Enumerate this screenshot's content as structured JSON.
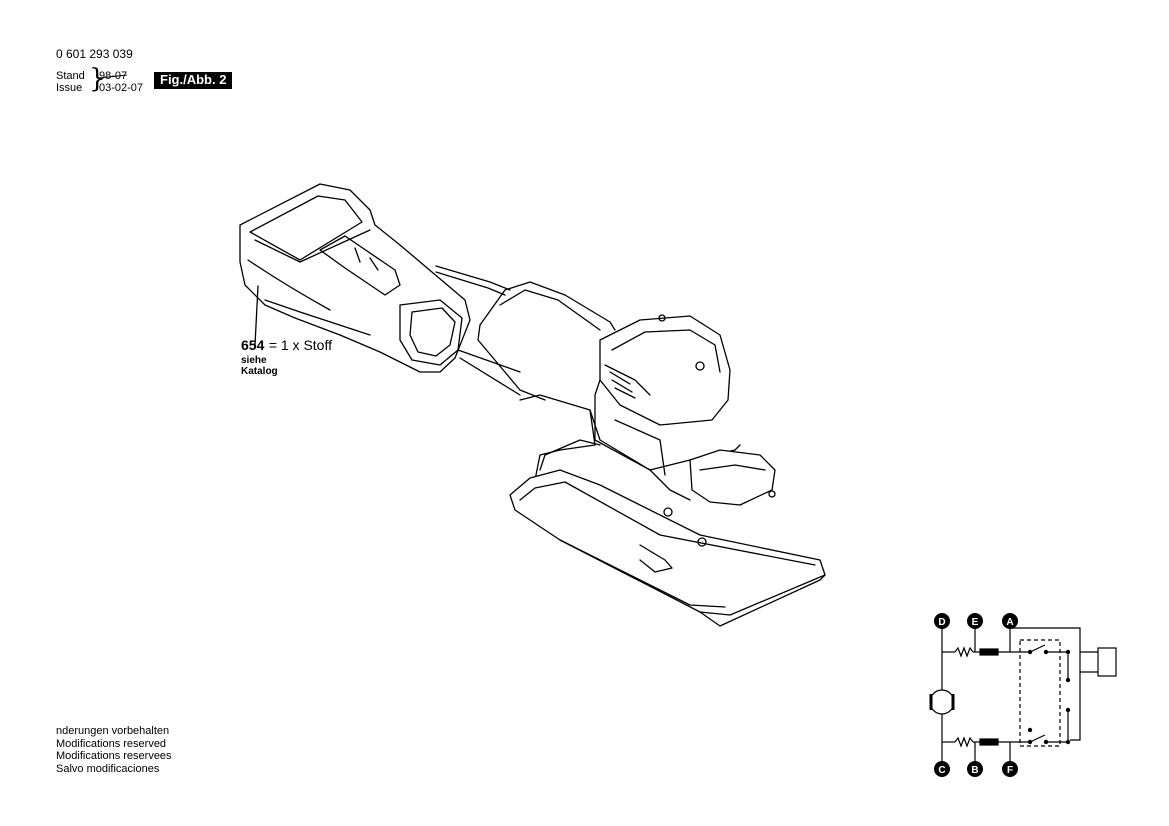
{
  "header": {
    "part_number": "0 601 293 039",
    "stand_label": "Stand",
    "issue_label": "Issue",
    "stand_date_struck": "98-07",
    "issue_date": "03-02-07",
    "figure_label": "Fig./Abb. 2"
  },
  "callout": {
    "part_ref": "654",
    "quantity_text": "= 1 x Stoff",
    "note_line1": "siehe",
    "note_line2": "Katalog"
  },
  "footer_notes": [
    "nderungen vorbehalten",
    "Modifications reserved",
    "Modifications reservees",
    "Salvo modificaciones"
  ],
  "wiring_diagram": {
    "terminals": [
      "D",
      "E",
      "A",
      "C",
      "B",
      "F"
    ]
  }
}
